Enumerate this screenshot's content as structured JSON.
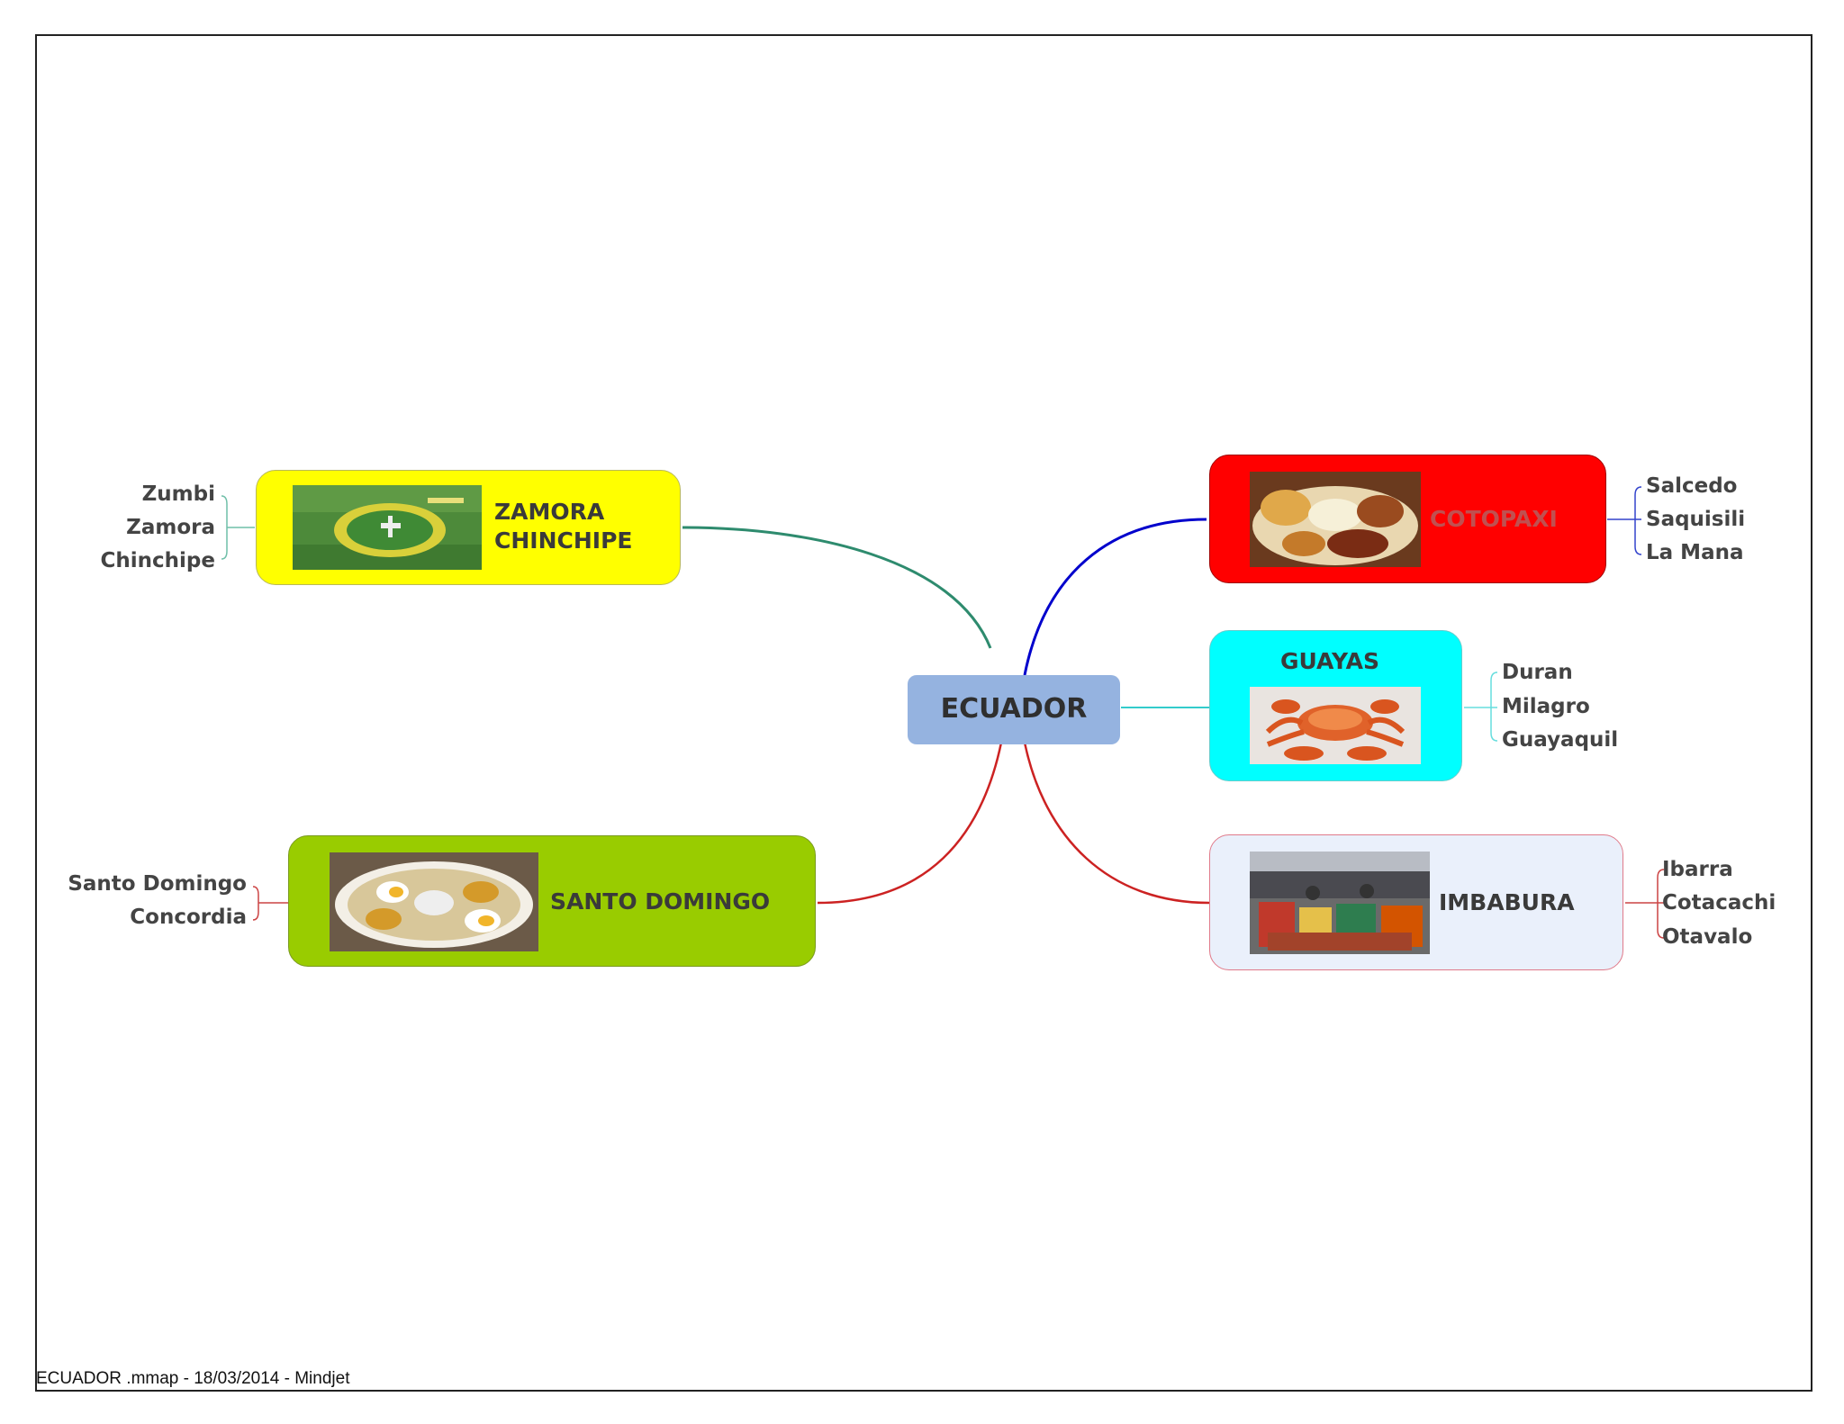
{
  "center": {
    "title": "ECUADOR"
  },
  "zamora": {
    "title_line1": "ZAMORA",
    "title_line2": "CHINCHIPE",
    "children": [
      "Zumbi",
      "Zamora",
      "Chinchipe"
    ],
    "color": "#ffff00"
  },
  "santo_domingo": {
    "title": "SANTO DOMINGO",
    "children": [
      "Santo Domingo",
      "Concordia"
    ],
    "color": "#99cc00"
  },
  "cotopaxi": {
    "title": "COTOPAXI",
    "children": [
      "Salcedo",
      "Saquisili",
      "La Mana"
    ],
    "color": "#ff0000"
  },
  "guayas": {
    "title": "GUAYAS",
    "children": [
      "Duran",
      "Milagro",
      "Guayaquil"
    ],
    "color": "#00ffff"
  },
  "imbabura": {
    "title": "IMBABURA",
    "children": [
      "Ibarra",
      "Cotacachi",
      "Otavalo"
    ],
    "color": "#eaf0fb"
  },
  "footer": {
    "text": "ECUADOR .mmap - 18/03/2014 - Mindjet"
  },
  "colors": {
    "center_fill": "#95b3e0",
    "zamora_line": "#2e8b6e",
    "cotopaxi_line": "#0000cc",
    "guayas_line": "#33cccc",
    "imbabura_line": "#cc2222",
    "santo_domingo_line": "#cc2222"
  },
  "icons": {
    "zamora_image": "flower-clock-photo",
    "cotopaxi_image": "food-plate-photo",
    "guayas_image": "crabs-photo",
    "imbabura_image": "market-photo",
    "santo_domingo_image": "soup-plate-photo"
  }
}
